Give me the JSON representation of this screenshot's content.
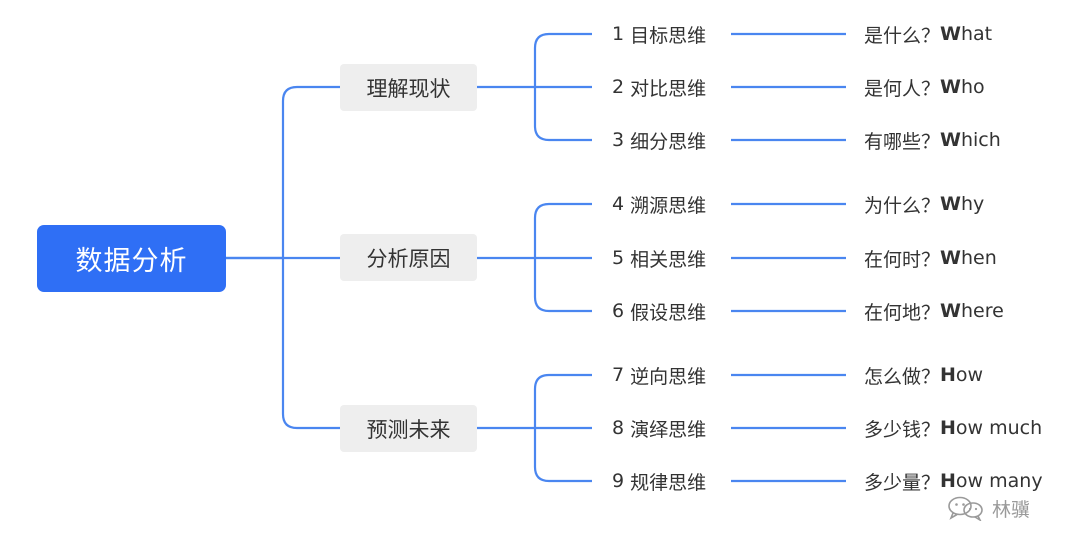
{
  "root": {
    "label": "数据分析"
  },
  "branches": [
    {
      "label": "理解现状",
      "leaves": [
        {
          "num": "1",
          "label": "目标思维",
          "question": "是什么？",
          "initial": "W",
          "rest": "hat"
        },
        {
          "num": "2",
          "label": "对比思维",
          "question": "是何人？",
          "initial": "W",
          "rest": "ho"
        },
        {
          "num": "3",
          "label": "细分思维",
          "question": "有哪些？",
          "initial": "W",
          "rest": "hich"
        }
      ]
    },
    {
      "label": "分析原因",
      "leaves": [
        {
          "num": "4",
          "label": "溯源思维",
          "question": "为什么？",
          "initial": "W",
          "rest": "hy"
        },
        {
          "num": "5",
          "label": "相关思维",
          "question": "在何时？",
          "initial": "W",
          "rest": "hen"
        },
        {
          "num": "6",
          "label": "假设思维",
          "question": "在何地？",
          "initial": "W",
          "rest": "here"
        }
      ]
    },
    {
      "label": "预测未来",
      "leaves": [
        {
          "num": "7",
          "label": "逆向思维",
          "question": "怎么做？",
          "initial": "H",
          "rest": "ow"
        },
        {
          "num": "8",
          "label": "演绎思维",
          "question": "多少钱？",
          "initial": "H",
          "rest": "ow much"
        },
        {
          "num": "9",
          "label": "规律思维",
          "question": "多少量？",
          "initial": "H",
          "rest": "ow many"
        }
      ]
    }
  ],
  "watermark": {
    "text": "林骥",
    "icon": "wechat-icon"
  },
  "colors": {
    "accent": "#2f6ff5",
    "line": "#4a86f0",
    "node_bg": "#eeeeee",
    "text": "#333333"
  }
}
